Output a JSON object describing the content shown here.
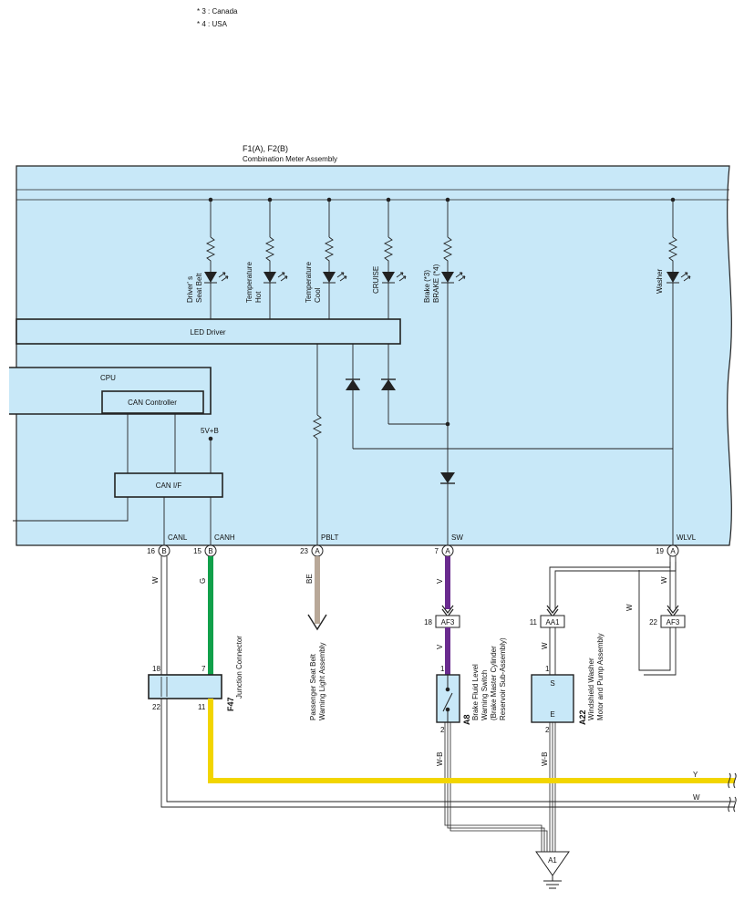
{
  "notes": [
    "* 3 : Canada",
    "* 4 : USA"
  ],
  "meter": {
    "title": "F1(A), F2(B)",
    "subtitle": "Combination Meter Assembly",
    "led_driver": "LED Driver",
    "cpu": "CPU",
    "can_controller": "CAN Controller",
    "can_if": "CAN I/F",
    "power": "5V+B",
    "indicators": [
      {
        "line1": "Driver' s",
        "line2": "Seat Belt"
      },
      {
        "line1": "Temperature",
        "line2": "Hot"
      },
      {
        "line1": "Temperature",
        "line2": "Cool"
      },
      {
        "line1": "CRUISE",
        "line2": ""
      },
      {
        "line1": "Brake (*3)",
        "line2": "BRAKE (*4)"
      },
      {
        "line1": "Washer",
        "line2": ""
      }
    ]
  },
  "terminals": [
    {
      "label": "CANL",
      "pin": "16",
      "connector": "B",
      "wire": "W"
    },
    {
      "label": "CANH",
      "pin": "15",
      "connector": "B",
      "wire": "G"
    },
    {
      "label": "PBLT",
      "pin": "23",
      "connector": "A",
      "wire": "BE"
    },
    {
      "label": "SW",
      "pin": "7",
      "connector": "A",
      "wire": "V"
    },
    {
      "label": "WLVL",
      "pin": "19",
      "connector": "A",
      "wire": "W"
    }
  ],
  "connectors": {
    "af3_left": {
      "pin": "18",
      "name": "AF3"
    },
    "aa1": {
      "pin": "11",
      "name": "AA1"
    },
    "af3_right": {
      "pin": "22",
      "name": "AF3"
    }
  },
  "junction": {
    "code": "F47",
    "name": "Junction Connector",
    "pin_tl": "18",
    "pin_tr": "7",
    "pin_bl": "22",
    "pin_br": "11"
  },
  "seatbelt_light": {
    "line1": "Passenger Seat Belt",
    "line2": "Warning Light Assembly"
  },
  "brake_switch": {
    "code": "A8",
    "line1": "Brake Fluid Level",
    "line2": "Warning Switch",
    "line3": "(Brake Master Cylinder",
    "line4": "Reservoir Sub-Assembly)",
    "pin_top": "1",
    "pin_bottom": "2",
    "wire_top": "V",
    "wire_bottom": "W-B"
  },
  "washer_motor": {
    "code": "A22",
    "line1": "Windshield Washer",
    "line2": "Motor and Pump Assembly",
    "pin_top": "1",
    "pin_bottom": "2",
    "term_s": "S",
    "term_e": "E",
    "wire_top": "W",
    "wire_bottom": "W-B",
    "wire_right": "W"
  },
  "ground": "A1",
  "bus_wires": {
    "top": "Y",
    "bottom": "W"
  },
  "colors": {
    "meter_fill": "#c8e8f8",
    "wire_green": "#11a04a",
    "wire_purple": "#6a2b8f",
    "wire_beige": "#b8a898",
    "wire_yellow": "#f2d500",
    "line": "#222222"
  }
}
